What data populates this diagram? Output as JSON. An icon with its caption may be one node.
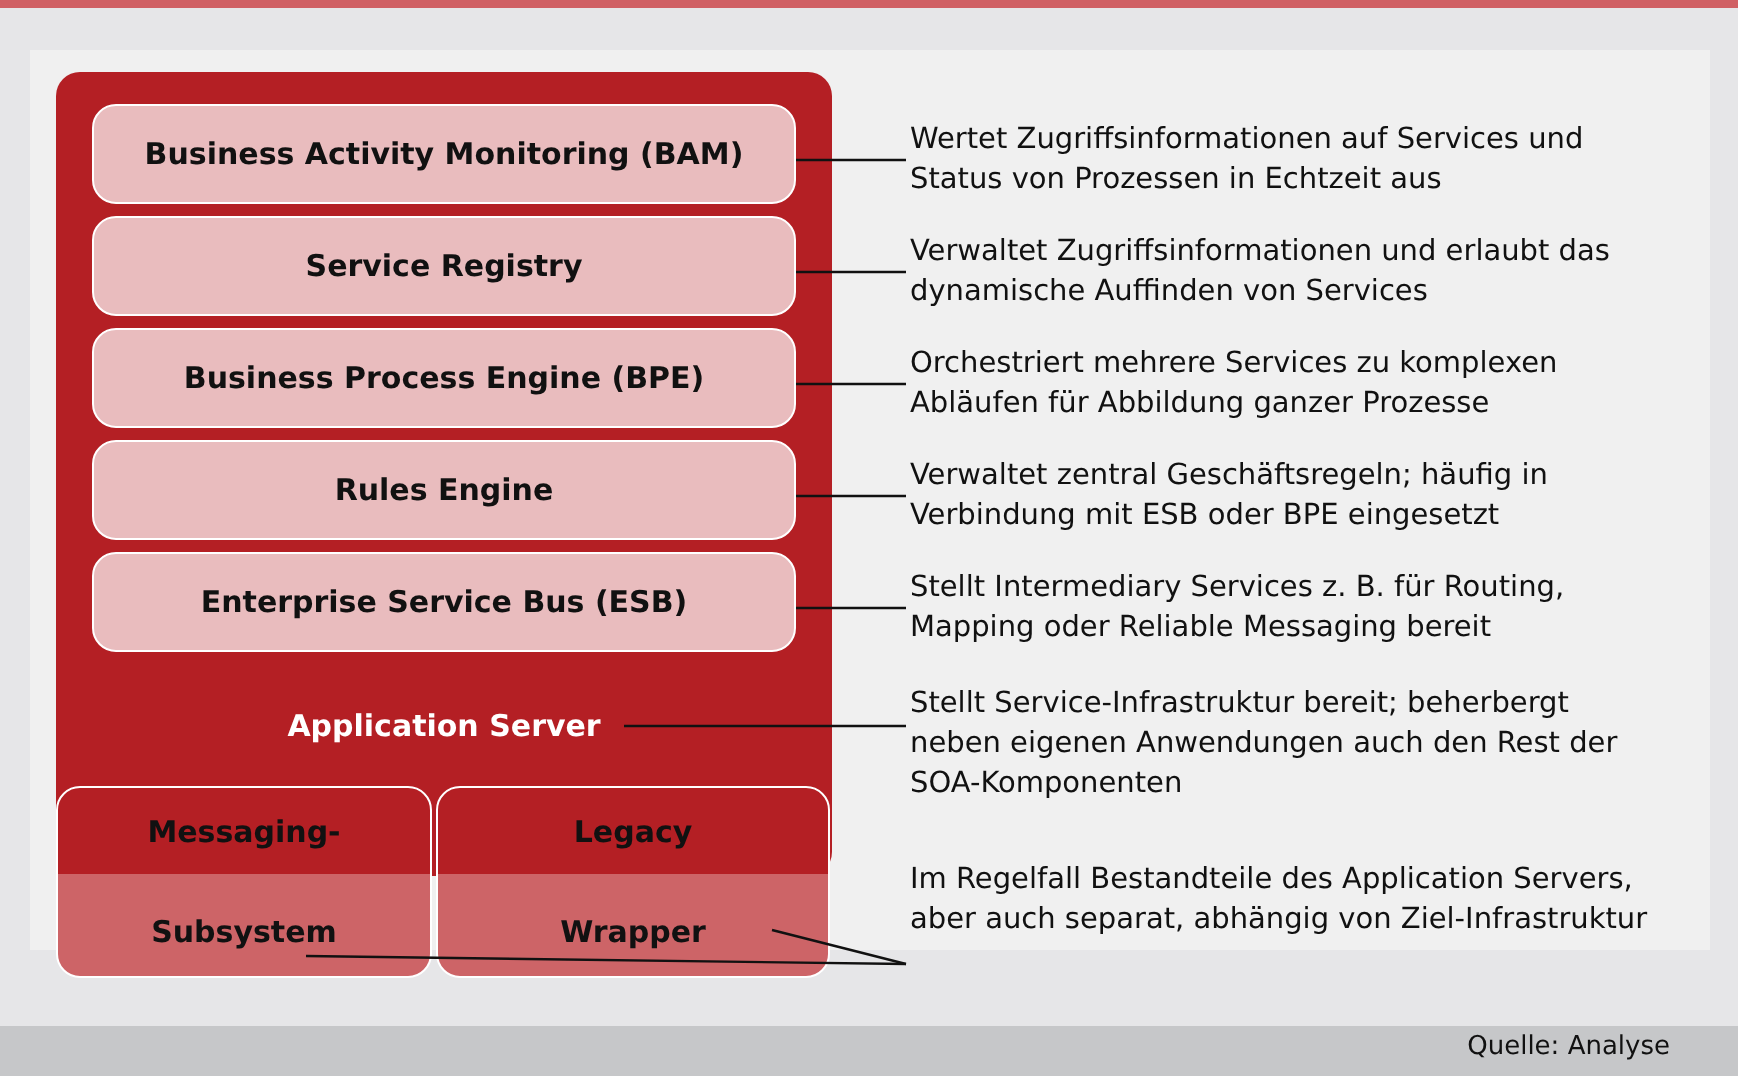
{
  "diagram": {
    "nodes": [
      {
        "text": [
          "Application Server"
        ]
      },
      {
        "text": [
          "Business Activity Monitoring (BAM)"
        ],
        "in": 0
      },
      {
        "text": [
          "Service Registry"
        ],
        "in": 0
      },
      {
        "text": [
          "Business Process Engine (BPE)"
        ],
        "in": 0
      },
      {
        "text": [
          "Rules Engine"
        ],
        "in": 0
      },
      {
        "text": [
          "Enterprise Service Bus (ESB)"
        ],
        "in": 0
      },
      {
        "text": [
          "Messaging-Subsystem"
        ]
      },
      {
        "text": [
          "Legacy Wrapper"
        ]
      },
      {
        "text": [
          "Wertet Zugriffsinformationen auf Services und Status von Prozessen in Echtzeit aus"
        ]
      },
      {
        "text": [
          "Verwaltet Zugriffsinformationen und erlaubt das dynamische Auffinden von Services"
        ]
      },
      {
        "text": [
          "Orchestriert mehrere Services zu komplexen Abläufen für Abbildung ganzer Prozesse"
        ]
      },
      {
        "text": [
          "Verwaltet zentral Geschäftsregeln; häufig in Verbindung mit ESB oder BPE eingesetzt"
        ]
      },
      {
        "text": [
          "Stellt Intermediary Services z. B. für Routing, Mapping oder Reliable Messaging bereit"
        ]
      },
      {
        "text": [
          "Stellt Service-Infrastruktur bereit; beherbergt neben eigenen Anwendungen auch den Rest der SOA-Komponenten"
        ]
      },
      {
        "text": [
          "Im Regelfall Bestandteile des Application Servers, aber auch separat, abhängig von Ziel-Infrastruktur"
        ]
      }
    ],
    "edges": [
      {
        "from": 8,
        "to": 1,
        "arrow": "none"
      },
      {
        "from": 9,
        "to": 2,
        "arrow": "none"
      },
      {
        "from": 10,
        "to": 3,
        "arrow": "none"
      },
      {
        "from": 11,
        "to": 4,
        "arrow": "none"
      },
      {
        "from": 12,
        "to": 5,
        "arrow": "none"
      },
      {
        "from": 13,
        "to": 0,
        "arrow": "none"
      },
      {
        "from": 14,
        "to": 6,
        "arrow": "none"
      },
      {
        "from": 14,
        "to": 7,
        "arrow": "none"
      }
    ],
    "labels": [
      "Quelle: Analyse"
    ]
  }
}
